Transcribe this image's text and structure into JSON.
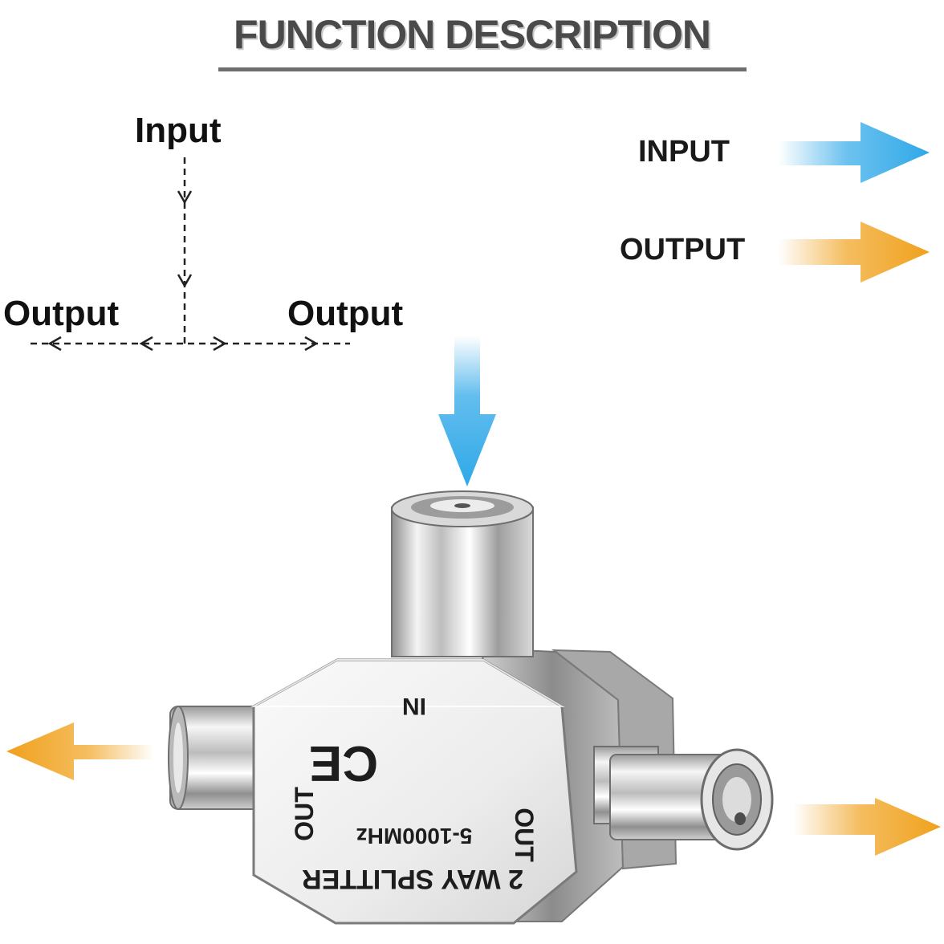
{
  "title": "FUNCTION DESCRIPTION",
  "flow": {
    "input_label": "Input",
    "output_left_label": "Output",
    "output_right_label": "Output"
  },
  "legend": {
    "input_label": "INPUT",
    "output_label": "OUTPUT",
    "input_color": "#2fa8e8",
    "output_color": "#f0a11c"
  },
  "device": {
    "in_label": "IN",
    "out_left_label": "OUT",
    "out_right_label": "OUT",
    "ce_mark": "CE",
    "frequency_label": "5-1000MHz",
    "model_label": "2 WAY SPLITTER"
  }
}
